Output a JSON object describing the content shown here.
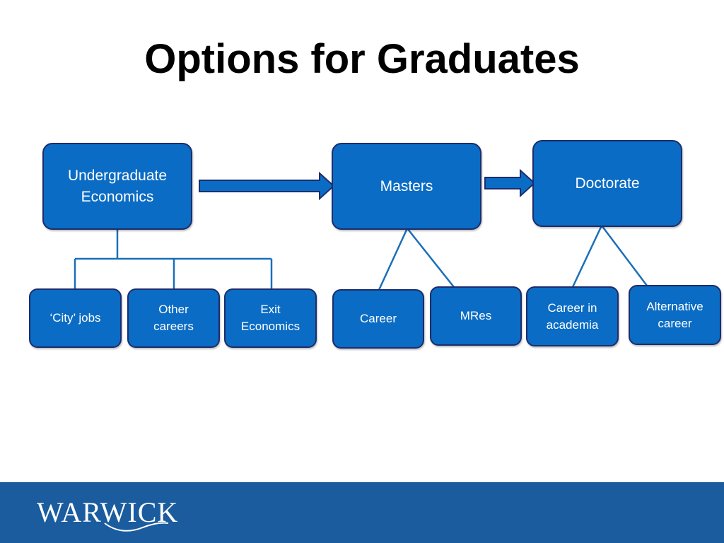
{
  "title": "Options for Graduates",
  "diagram": {
    "nodes": {
      "undergraduate": "Undergraduate\nEconomics",
      "masters": "Masters",
      "doctorate": "Doctorate",
      "city_jobs": "‘City’ jobs",
      "other_careers": "Other\ncareers",
      "exit_economics": "Exit\nEconomics",
      "career": "Career",
      "mres": "MRes",
      "career_academia": "Career in\nacademia",
      "alternative_career": "Alternative\ncareer"
    },
    "edges": [
      {
        "from": "undergraduate",
        "to": "masters",
        "style": "arrow"
      },
      {
        "from": "masters",
        "to": "doctorate",
        "style": "arrow"
      },
      {
        "from": "undergraduate",
        "to": "city_jobs",
        "style": "bracket"
      },
      {
        "from": "undergraduate",
        "to": "other_careers",
        "style": "bracket"
      },
      {
        "from": "undergraduate",
        "to": "exit_economics",
        "style": "bracket"
      },
      {
        "from": "masters",
        "to": "career",
        "style": "line"
      },
      {
        "from": "masters",
        "to": "mres",
        "style": "line"
      },
      {
        "from": "doctorate",
        "to": "career_academia",
        "style": "line"
      },
      {
        "from": "doctorate",
        "to": "alternative_career",
        "style": "line"
      }
    ]
  },
  "footer": {
    "logo_text": "WARWICK",
    "background_color": "#1a5c9e"
  },
  "colors": {
    "box_fill": "#0a6cc4",
    "box_border": "#1d2d6b",
    "connector": "#1a6fb8"
  }
}
